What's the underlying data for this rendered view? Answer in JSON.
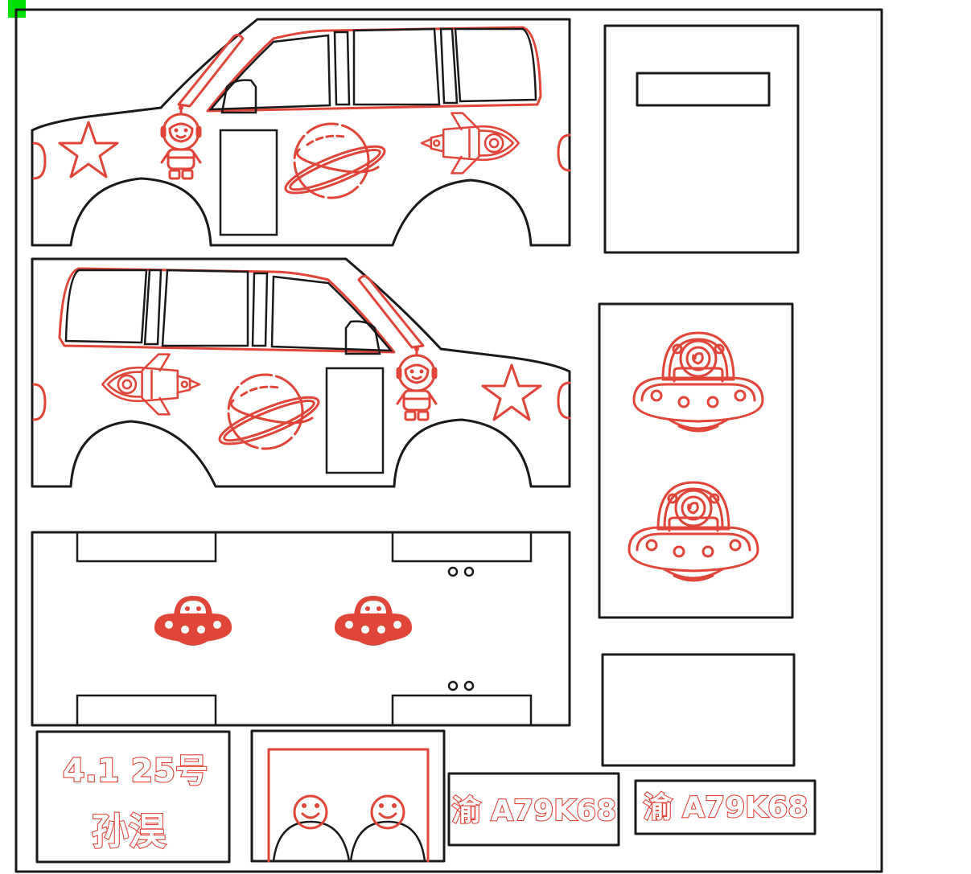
{
  "title": "",
  "colors": {
    "cut_line": "#1a1a1a",
    "engrave": "#e0453a",
    "marker": "#00e000",
    "background": "#ffffff"
  },
  "label_card": {
    "line1": "4.1 25号",
    "line2": "孙淏"
  },
  "plates": {
    "plate1": "渝 A79K68",
    "plate2": "渝 A79K68"
  },
  "icons": [
    "star-icon",
    "astronaut-icon",
    "planet-icon",
    "rocket-icon",
    "ufo-icon",
    "smiley-face-icon"
  ]
}
